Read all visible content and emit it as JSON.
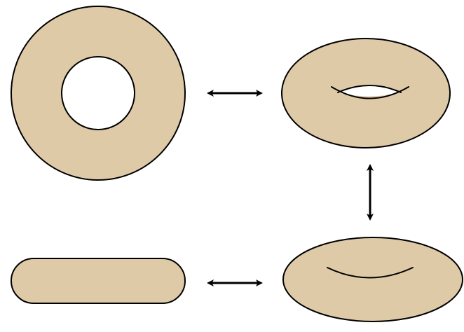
{
  "colors": {
    "torus_fill": "#dfcaa8",
    "outline": "#000000",
    "hole_fill": "#ffffff"
  },
  "shapes": [
    {
      "name": "torus-top-view",
      "description_visible": false
    },
    {
      "name": "torus-tilted-view",
      "description_visible": false
    },
    {
      "name": "torus-side-low-view",
      "description_visible": false
    },
    {
      "name": "torus-flattened-edge-view",
      "description_visible": false
    }
  ],
  "arrows": [
    {
      "name": "double-arrow-top",
      "direction": "horizontal"
    },
    {
      "name": "double-arrow-right",
      "direction": "vertical"
    },
    {
      "name": "double-arrow-bottom",
      "direction": "horizontal"
    }
  ]
}
